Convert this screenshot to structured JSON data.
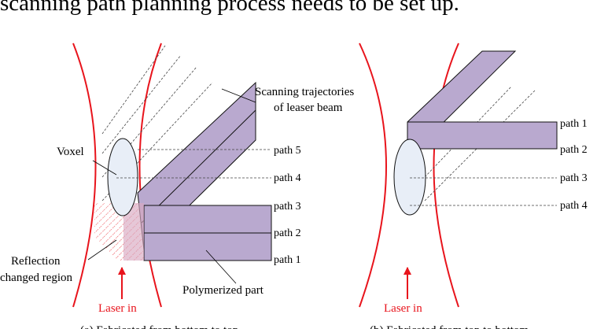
{
  "header_text": "scanning path planning process needs to be set up.",
  "colors": {
    "beam_outline": "#e8141c",
    "laser_label": "#e8141c",
    "part_fill": "#b9a9cf",
    "voxel_fill": "#e8eef7",
    "hatch": "#e8141c"
  },
  "panel_a": {
    "caption": "(a) Fabricated from bottom to top",
    "annotations": {
      "scanning": [
        "Scanning trajectories",
        "of leaser beam"
      ],
      "voxel": "Voxel",
      "reflection": [
        "Reflection",
        "changed region"
      ],
      "polymerized": "Polymerized part",
      "laser_in": "Laser in"
    },
    "paths": [
      "path 5",
      "path 4",
      "path 3",
      "path 2",
      "path 1"
    ]
  },
  "panel_b": {
    "caption": "(b) Fabricated from top to bottom",
    "annotations": {
      "laser_in": "Laser in"
    },
    "paths": [
      "path 1",
      "path 2",
      "path 3",
      "path 4"
    ]
  }
}
